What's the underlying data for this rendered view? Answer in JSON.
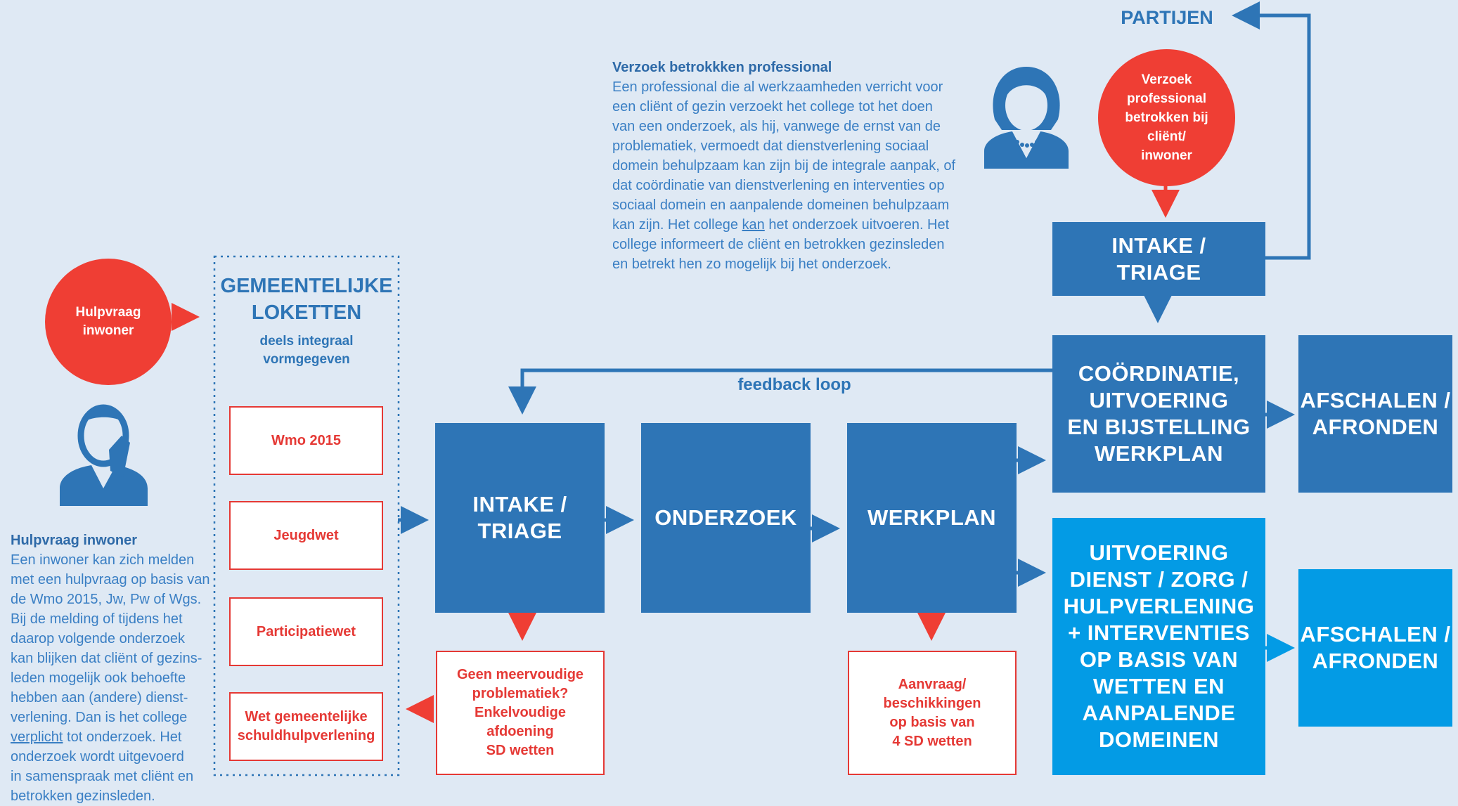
{
  "partijen_title": "PARTIJEN",
  "professional": {
    "heading": "Verzoek betrokkken professional",
    "lines": [
      "Een professional die al werkzaamheden verricht voor",
      "een cliënt of gezin verzoekt het college tot het doen",
      "van een onderzoek,  als hij, vanwege de ernst van de",
      "problematiek, vermoedt dat dienstverlening sociaal",
      "domein behulpzaam kan zijn bij de integrale aanpak, of",
      "dat coördinatie van dienstverlening en interventies op",
      "sociaal domein en aanpalende domeinen behulpzaam"
    ],
    "line8_pre": "kan zijn. Het college ",
    "line8_u": "kan",
    "line8_post": " het onderzoek uitvoeren. Het",
    "line9": "college informeert de cliënt en betrokken gezinsleden",
    "line10": "en betrekt hen zo mogelijk bij het onderzoek."
  },
  "circle_professional": [
    "Verzoek",
    "professional",
    "betrokken bij",
    "cliënt/",
    "inwoner"
  ],
  "circle_hulpvraag": [
    "Hulpvraag",
    "inwoner"
  ],
  "intake_top": [
    "INTAKE /",
    "TRIAGE"
  ],
  "loketten": {
    "title": [
      "GEMEENTELIJKE",
      "LOKETTEN"
    ],
    "subtitle": [
      "deels integraal",
      "vormgegeven"
    ],
    "items": [
      "Wmo 2015",
      "Jeugdwet",
      "Participatiewet"
    ],
    "item4": [
      "Wet gemeentelijke",
      "schuldhulpverlening"
    ]
  },
  "feedback_label": "feedback loop",
  "intake_main": [
    "INTAKE /",
    "TRIAGE"
  ],
  "onderzoek": "ONDERZOEK",
  "werkplan": "WERKPLAN",
  "coordinatie": [
    "COÖRDINATIE,",
    "UITVOERING",
    "EN BIJSTELLING",
    "WERKPLAN"
  ],
  "afschalen1": [
    "AFSCHALEN /",
    "AFRONDEN"
  ],
  "uitvoering": [
    "UITVOERING",
    "DIENST / ZORG /",
    "HULPVERLENING",
    "+ INTERVENTIES",
    "OP BASIS VAN",
    "WETTEN EN",
    "AANPALENDE",
    "DOMEINEN"
  ],
  "afschalen2": [
    "AFSCHALEN /",
    "AFRONDEN"
  ],
  "geen": [
    "Geen meervoudige",
    "problematiek?",
    "Enkelvoudige",
    "afdoening",
    "SD wetten"
  ],
  "aanvraag": [
    "Aanvraag/",
    "beschikkingen",
    "op basis van",
    "4 SD wetten"
  ],
  "hulpvraag_text": {
    "heading": "Hulpvraag inwoner",
    "lines": [
      "Een inwoner kan zich melden",
      "met een hulpvraag op basis van",
      "de Wmo 2015, Jw, Pw of Wgs.",
      "Bij de melding of tijdens het",
      "daarop volgende onderzoek",
      "kan blijken dat cliënt of gezins-",
      "leden mogelijk ook behoefte",
      "hebben aan (andere) dienst-",
      "verlening. Dan is het college"
    ],
    "line10_u": "verplicht",
    "line10_post": " tot onderzoek. Het",
    "lines_end": [
      "onderzoek wordt uitgevoerd",
      "in samenspraak met cliënt en",
      "betrokken gezinsleden."
    ]
  },
  "colors": {
    "dark_blue": "#2e75b6",
    "light_blue": "#039be5",
    "red": "#ef3e34",
    "background": "#dfe9f4"
  },
  "icons": [
    "woman-professional-icon",
    "worried-person-icon"
  ]
}
